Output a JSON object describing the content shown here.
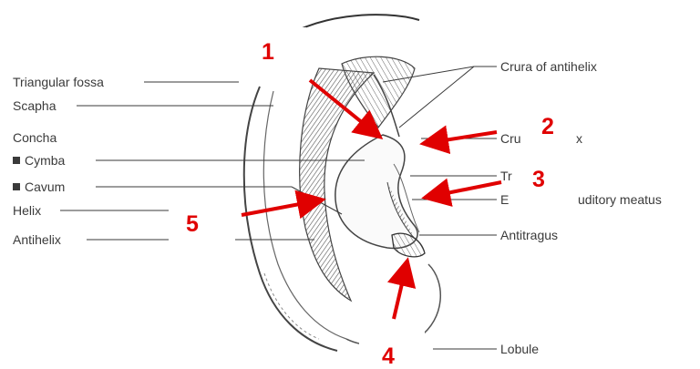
{
  "labels": {
    "triangular_fossa": "Triangular fossa",
    "scapha": "Scapha",
    "concha": "Concha",
    "cymba": "Cymba",
    "cavum": "Cavum",
    "helix": "Helix",
    "antihelix": "Antihelix",
    "crura_of_antihelix": "Crura of antihelix",
    "crus_of_helix_partial": "Cru",
    "crus_of_helix_tail": "x",
    "tragus_partial": "Tr",
    "external_meatus_start": "E",
    "external_meatus_end": "uditory meatus",
    "antitragus": "Antitragus",
    "lobule": "Lobule"
  },
  "markers": [
    "1",
    "2",
    "3",
    "4",
    "5"
  ],
  "colors": {
    "arrow": "#e00000",
    "line": "#3a3a3a"
  }
}
